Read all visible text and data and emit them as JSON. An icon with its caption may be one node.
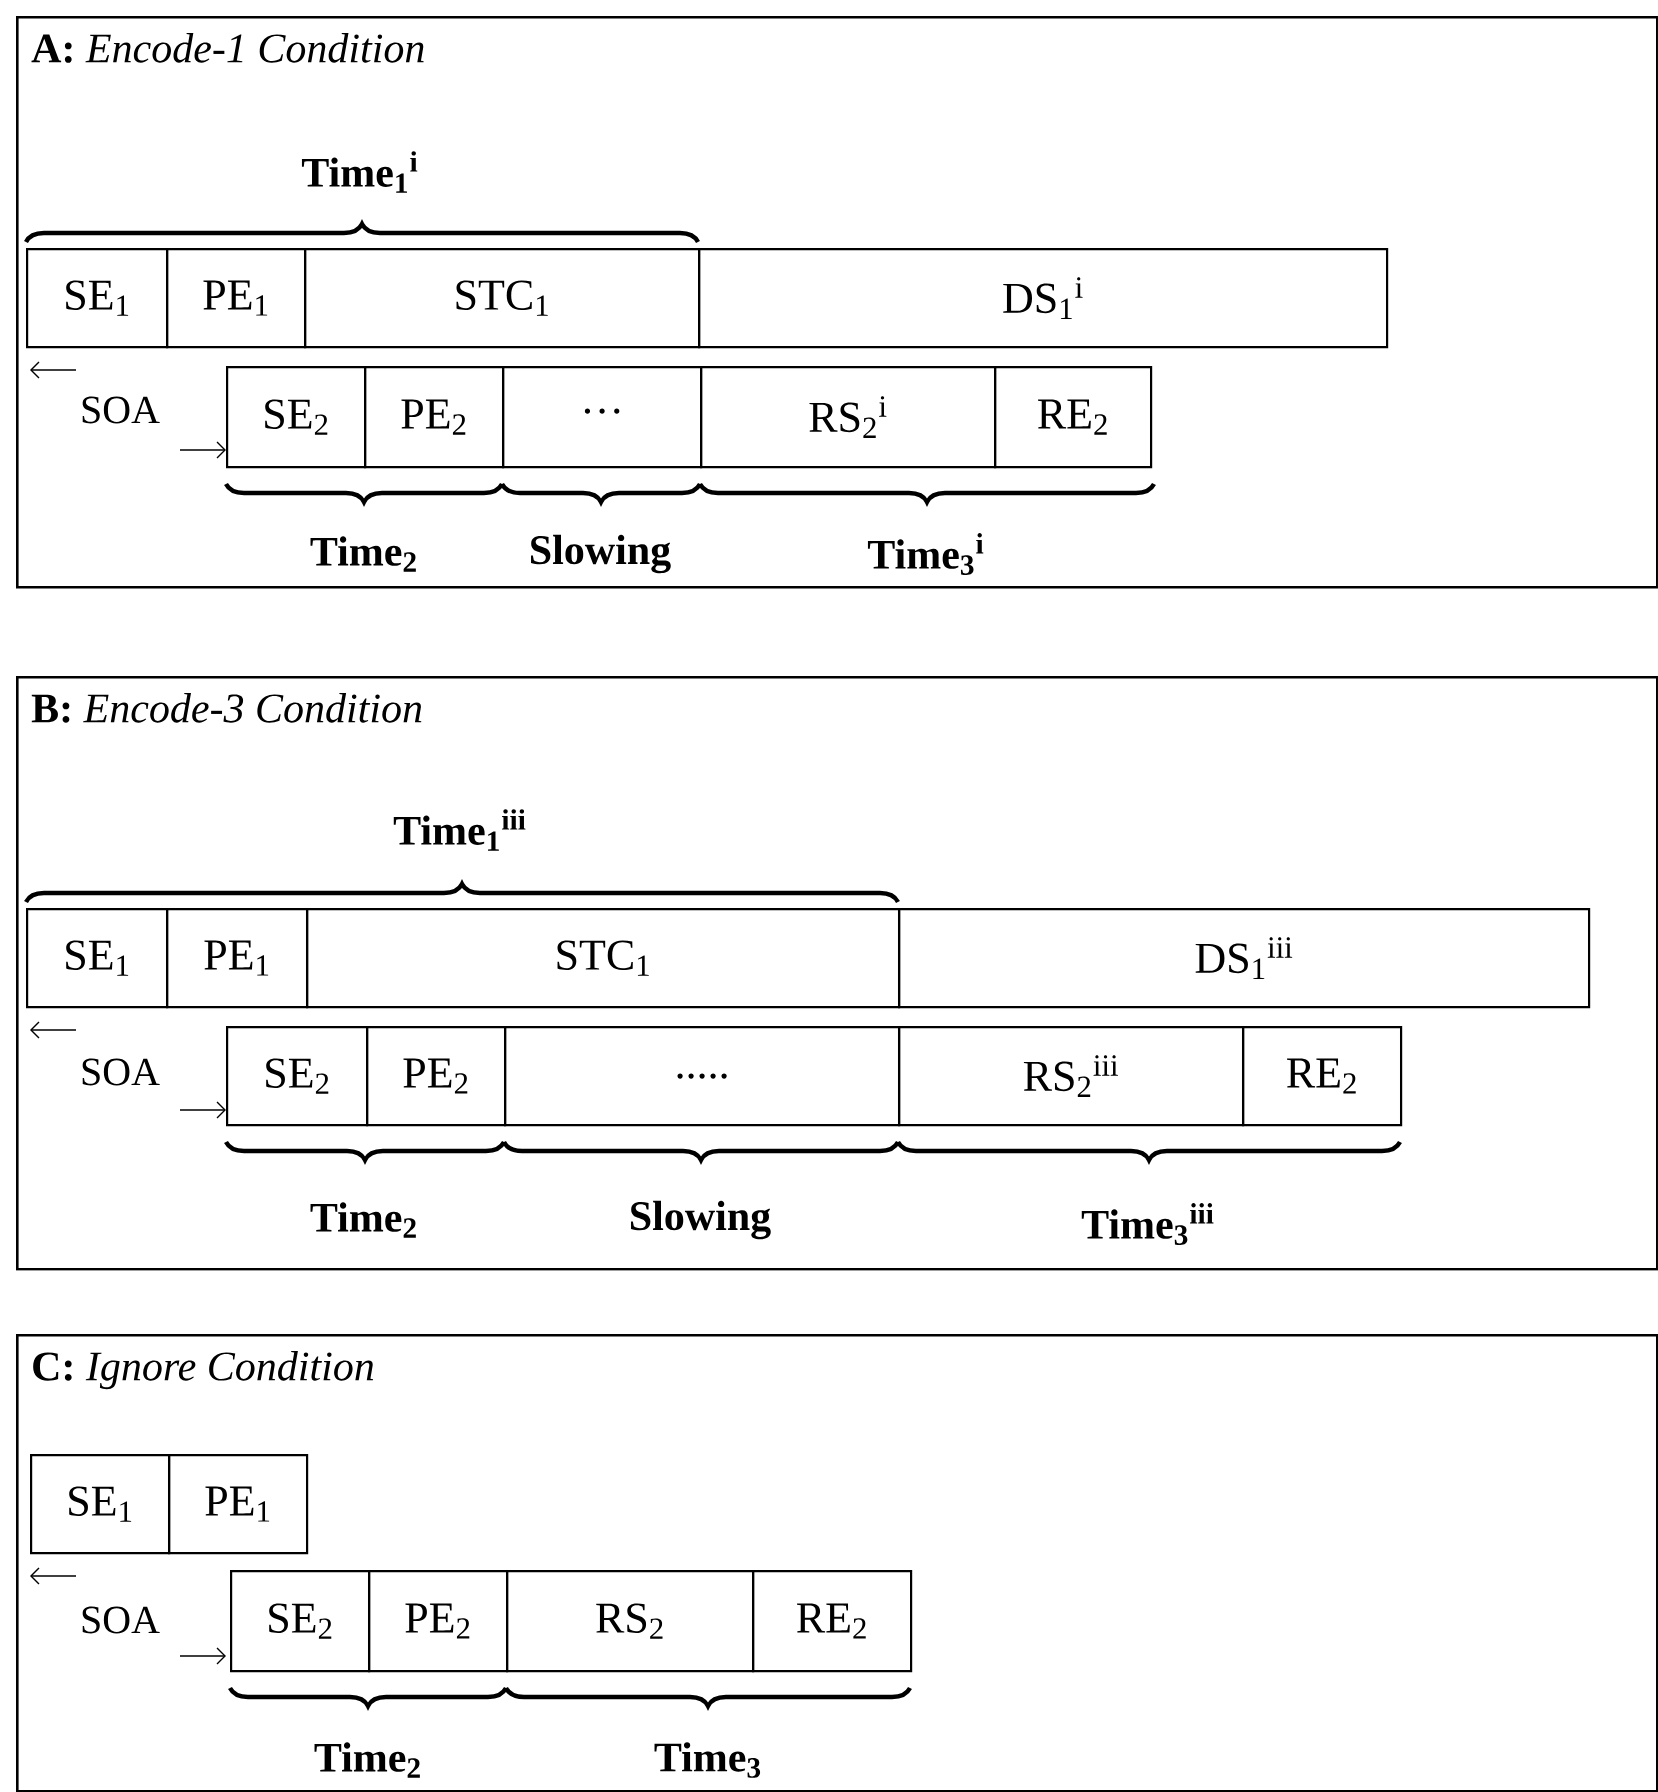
{
  "diagram": {
    "nodes": [
      {
        "text": [
          "**A:** *Encode-1 Condition*"
        ]
      },
      {
        "text": [
          "SE$_{1}$"
        ],
        "in": 0
      },
      {
        "text": [
          "PE$_{1}$"
        ],
        "in": 0
      },
      {
        "text": [
          "STC$_{1}$"
        ],
        "in": 0
      },
      {
        "text": [
          "DS$_{1}$$^{i}$"
        ],
        "in": 0
      },
      {
        "text": [
          "SE$_{2}$"
        ],
        "in": 0
      },
      {
        "text": [
          "PE$_{2}$"
        ],
        "in": 0
      },
      {
        "text": [
          "···"
        ],
        "in": 0
      },
      {
        "text": [
          "RS$_{2}$$^{i}$"
        ],
        "in": 0
      },
      {
        "text": [
          "RE$_{2}$"
        ],
        "in": 0
      },
      {
        "text": [
          "**B:** *Encode-3 Condition*"
        ]
      },
      {
        "text": [
          "SE$_{1}$"
        ],
        "in": 10
      },
      {
        "text": [
          "PE$_{1}$"
        ],
        "in": 10
      },
      {
        "text": [
          "STC$_{1}$"
        ],
        "in": 10
      },
      {
        "text": [
          "DS$_{1}$$^{iii}$"
        ],
        "in": 10
      },
      {
        "text": [
          "SE$_{2}$"
        ],
        "in": 10
      },
      {
        "text": [
          "PE$_{2}$"
        ],
        "in": 10
      },
      {
        "text": [
          "....."
        ],
        "in": 10
      },
      {
        "text": [
          "RS$_{2}$$^{iii}$"
        ],
        "in": 10
      },
      {
        "text": [
          "RE$_{2}$"
        ],
        "in": 10
      },
      {
        "text": [
          "**C:** *Ignore Condition*"
        ]
      },
      {
        "text": [
          "SE$_{1}$"
        ],
        "in": 20
      },
      {
        "text": [
          "PE$_{1}$"
        ],
        "in": 20
      },
      {
        "text": [
          "SE$_{2}$"
        ],
        "in": 20
      },
      {
        "text": [
          "PE$_{2}$"
        ],
        "in": 20
      },
      {
        "text": [
          "RS$_{2}$"
        ],
        "in": 20
      },
      {
        "text": [
          "RE$_{2}$"
        ],
        "in": 20
      }
    ],
    "labels": [
      "Time$_{1}$$^{i}$",
      "SOA",
      "Time$_{2}$",
      "Slowing",
      "Time$_{3}$$^{i}$",
      "Time$_{1}$$^{iii}$",
      "SOA",
      "Time$_{2}$",
      "Slowing",
      "Time$_{3}$$^{iii}$",
      "SOA",
      "Time$_{2}$",
      "Time$_{3}$"
    ]
  }
}
